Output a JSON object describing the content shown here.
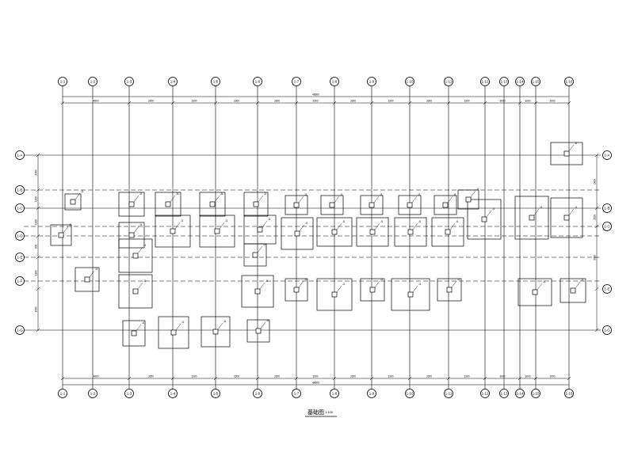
{
  "grid_x_labels": [
    "1-1",
    "1-2",
    "1-3",
    "1-4",
    "1-5",
    "1-6",
    "1-7",
    "1-8",
    "1-9",
    "1-10",
    "1-11",
    "1-12",
    "1-13",
    "1-14",
    "1-15",
    "1-16"
  ],
  "grid_y_labels_left": [
    "1-A",
    "1-B",
    "1-C",
    "1-D",
    "1-E",
    "1-F",
    "1-G"
  ],
  "grid_y_labels_right": [
    "1-A",
    "1-B",
    "1-C",
    "1-E",
    "1-G"
  ],
  "overall_dim": "48600",
  "dims_top": [
    "4800",
    "3300",
    "3300",
    "3300",
    "3300",
    "3300",
    "3300",
    "3300",
    "3300",
    "3300",
    "3000",
    "3000",
    "3000"
  ],
  "dims_bottom": [
    "4800",
    "3300",
    "3300",
    "3300",
    "3300",
    "3300",
    "3300",
    "3300",
    "3300",
    "3300",
    "3000",
    "3000",
    "3000"
  ],
  "dims_left": [
    "2400",
    "1200",
    "1200",
    "900",
    "2100",
    "1500"
  ],
  "dims_right": [
    "2400",
    "2100",
    "3000"
  ],
  "footing_tag": "J1",
  "title": "基础图",
  "scale": "1:100"
}
